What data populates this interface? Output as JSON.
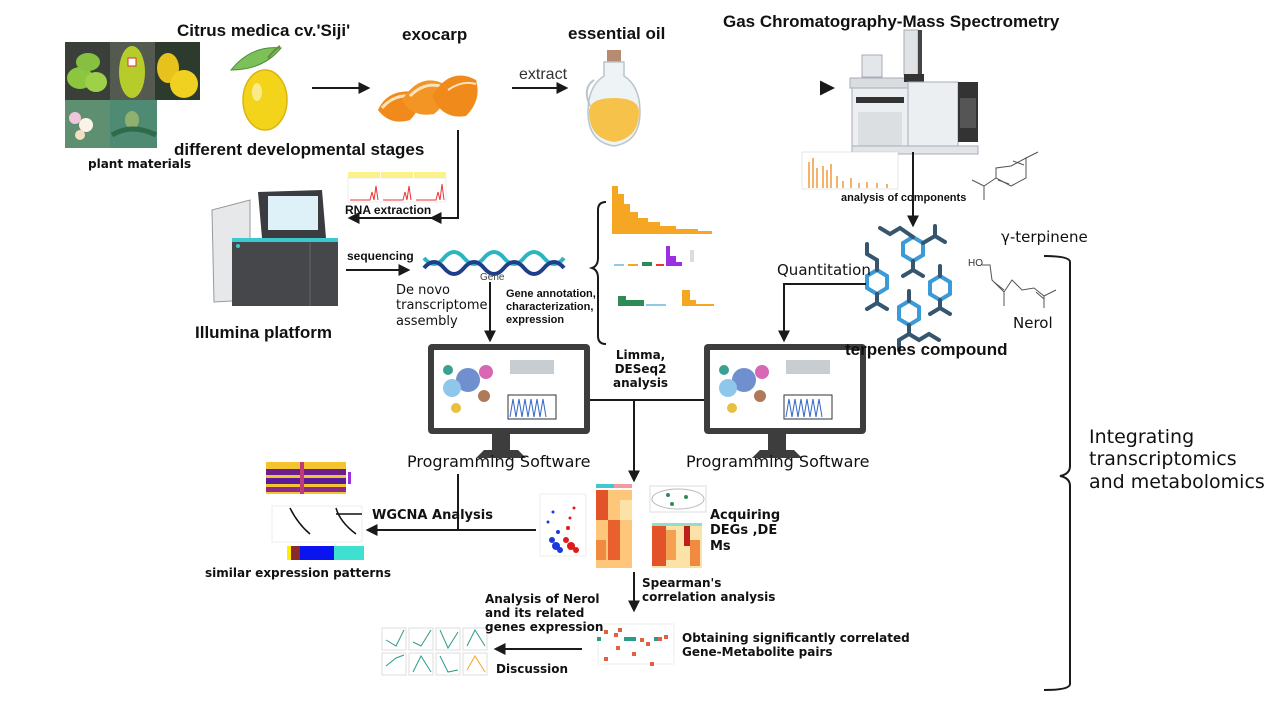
{
  "diagram": {
    "type": "workflow",
    "colors": {
      "arrow": "#1a1a1a",
      "terpene_dark": "#35566e",
      "terpene_light": "#3a9bd8",
      "lemon": "#f3d41a",
      "orange": "#f08a1a",
      "oil": "#f6c24a",
      "dna_dark": "#1f3f8a",
      "dna_light": "#2cb5c0",
      "heat_red": "#d7301f",
      "heat_yellow": "#fdd49e",
      "annot_orange": "#f5a623",
      "annot_purple": "#9b30e0",
      "annot_green": "#2e8b57",
      "module_blue": "#0a14f0",
      "module_turquoise": "#40e0d0",
      "module_brown": "#8b2a2a",
      "module_yellow": "#ffee00"
    }
  },
  "nodes": {
    "plant_materials": {
      "label": "plant materials",
      "icon": "plant-photos"
    },
    "citrus": {
      "title": "Citrus medica cv.'Siji'",
      "subtitle": "different developmental stages",
      "icon": "lemon-icon"
    },
    "exocarp": {
      "label": "exocarp",
      "icon": "orange-peel-icon"
    },
    "extract_edge": {
      "label": "extract"
    },
    "essential_oil": {
      "label": "essential oil",
      "icon": "oil-bottle-icon"
    },
    "gcms": {
      "label": "Gas Chromatography-Mass Spectrometry",
      "icon": "gcms-instrument-icon"
    },
    "components": {
      "label": "analysis of components"
    },
    "gamma_terpinene": {
      "label": "γ-terpinene"
    },
    "nerol": {
      "label": "Nerol",
      "hydroxyl": "HO"
    },
    "terpenes": {
      "label": "terpenes compound"
    },
    "quantitation_edge": {
      "label": "Quantitation"
    },
    "rna": {
      "label": "RNA extraction"
    },
    "illumina": {
      "label": "Illumina platform"
    },
    "sequencing_edge": {
      "label": "sequencing"
    },
    "gene": {
      "label": "Gene"
    },
    "denovo": {
      "label": "De novo\ntranscriptome\nassembly"
    },
    "annotation": {
      "label": "Gene annotation,\ncharacterization,\nexpression"
    },
    "limma": {
      "label": "Limma,\nDESeq2\nanalysis"
    },
    "software_left": {
      "label": "Programming Software"
    },
    "software_right": {
      "label": "Programming Software"
    },
    "wgcna_edge": {
      "label": "WGCNA Analysis"
    },
    "similar": {
      "label": "similar expression patterns"
    },
    "degs": {
      "label": "Acquiring\nDEGs ,DE\nMs"
    },
    "spearman": {
      "label": "Spearman's\ncorrelation analysis"
    },
    "nerol_analysis": {
      "label": "Analysis of Nerol\nand its related\ngenes expression"
    },
    "pairs": {
      "label": "Obtaining significantly correlated\nGene-Metabolite pairs"
    },
    "discussion": {
      "label": "Discussion"
    },
    "integrating": {
      "label": "Integrating\ntranscriptomics\nand metabolomics"
    }
  }
}
